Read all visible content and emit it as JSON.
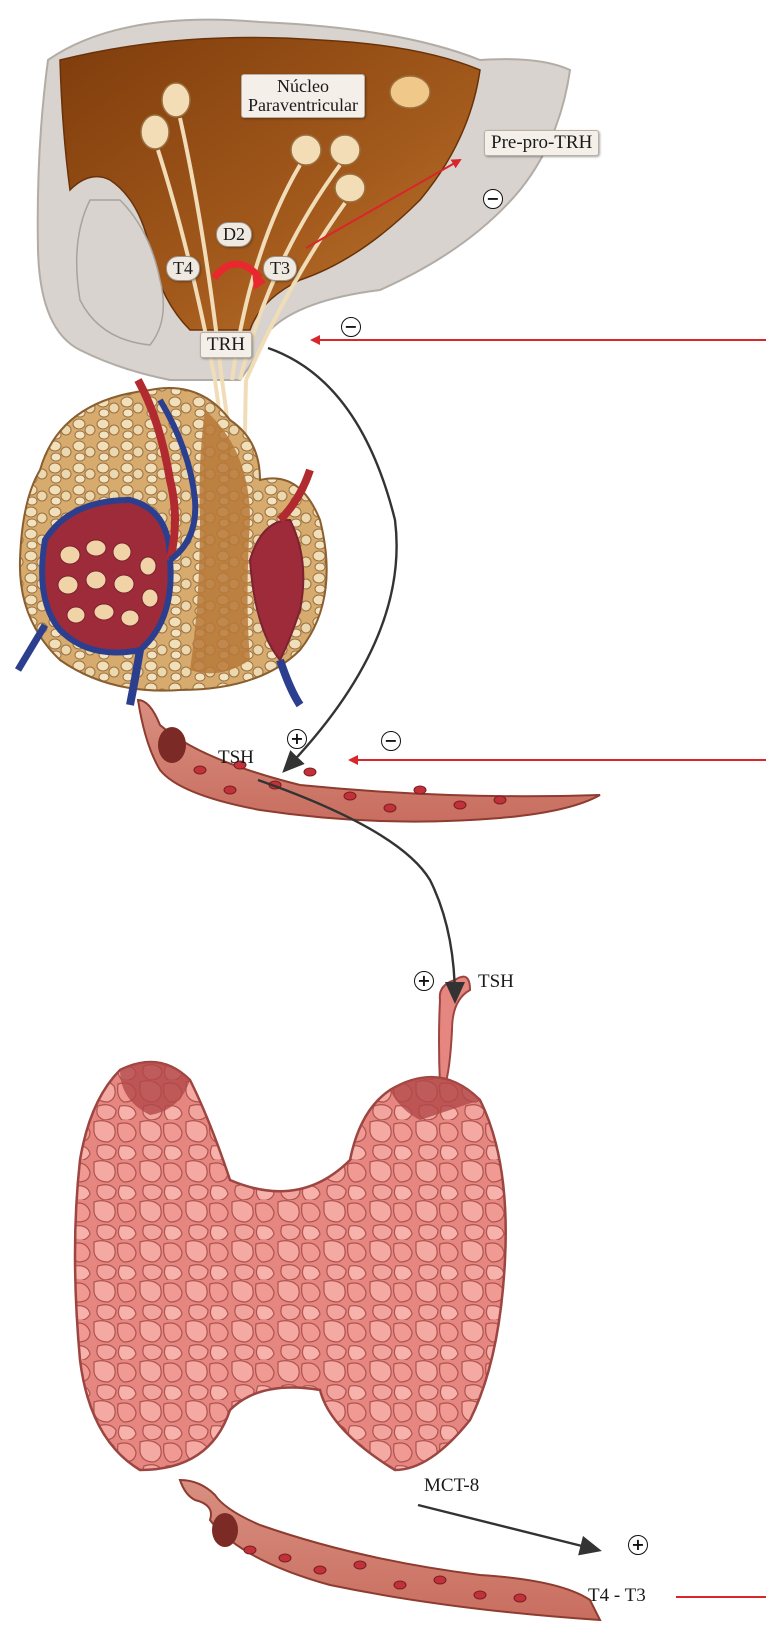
{
  "labels": {
    "nucleo_line1": "Núcleo",
    "nucleo_line2": "Paraventricular",
    "pre_pro_trh": "Pre-pro-TRH",
    "d2": "D2",
    "t4": "T4",
    "t3": "T3",
    "trh": "TRH",
    "tsh_pituitary": "TSH",
    "tsh_thyroid": "TSH",
    "mct8": "MCT-8",
    "t4_t3": "T4 - T3"
  },
  "signs": {
    "minus": "−",
    "plus": "+"
  },
  "colors": {
    "feedback_red": "#d9262b",
    "arrow_dark": "#333333",
    "brain_grey": "#d8d3ce",
    "hypothalamus_brown": "#9a4f16",
    "pituitary_tan": "#c9924e",
    "vessel_red": "#b02a2f",
    "vessel_blue": "#2c3f8f",
    "thyroid_pink": "#e88a84"
  }
}
